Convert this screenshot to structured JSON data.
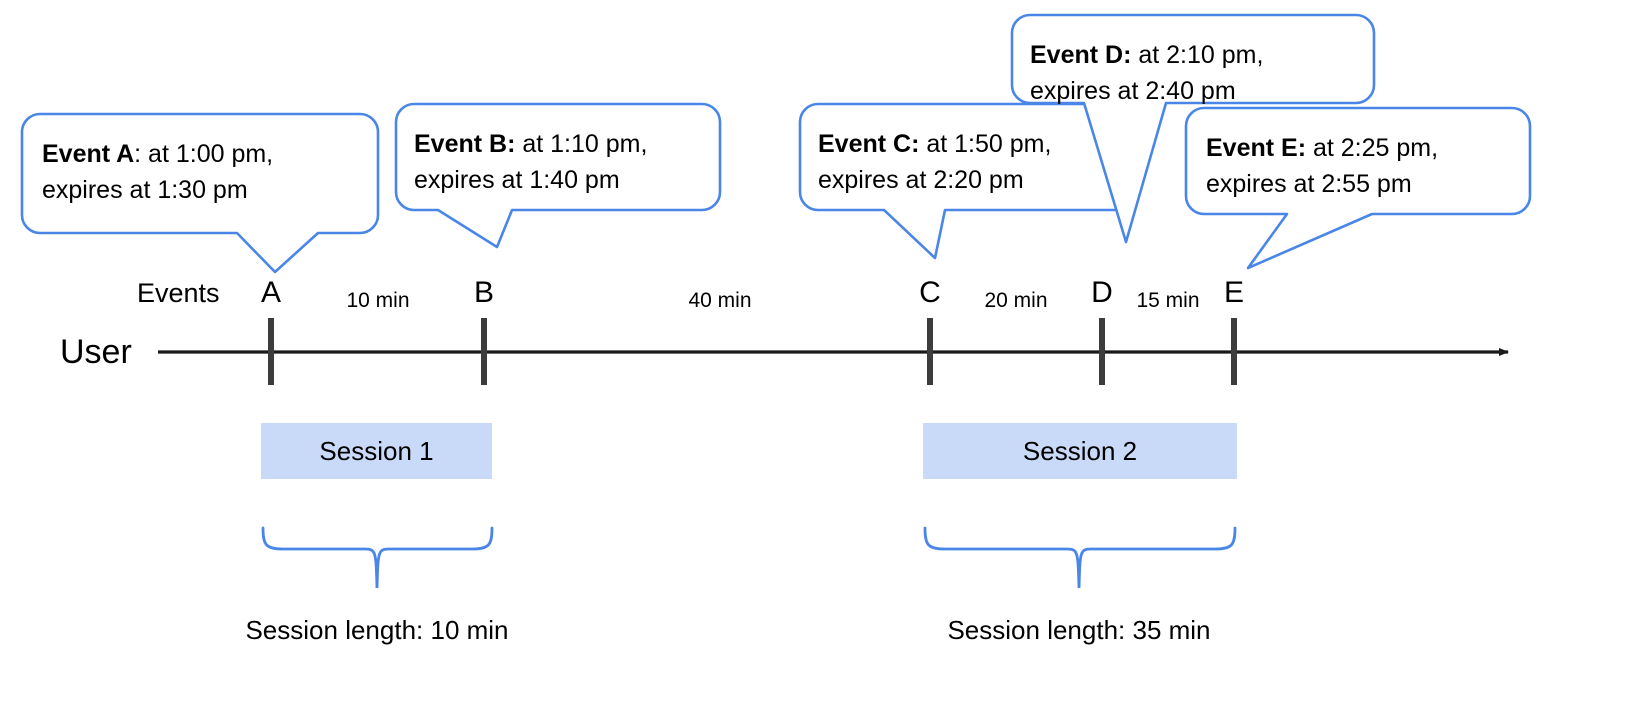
{
  "diagram": {
    "title": "User session timeline with event callouts",
    "colors": {
      "callout_stroke": "#4a86e8",
      "session_fill": "#c9daf8",
      "axis": "#333333",
      "text": "#000000",
      "background": "#ffffff"
    },
    "axis": {
      "row_label": "User",
      "events_label": "Events"
    },
    "events": [
      {
        "key": "A",
        "tick_label": "A",
        "callout_bold": "Event A",
        "callout_line1_rest": ": at 1:00 pm,",
        "callout_line2": "expires at 1:30 pm",
        "time": "1:00 pm",
        "expires": "1:30 pm"
      },
      {
        "key": "B",
        "tick_label": "B",
        "callout_bold": "Event B:",
        "callout_line1_rest": " at 1:10 pm,",
        "callout_line2": "expires at 1:40 pm",
        "time": "1:10 pm",
        "expires": "1:40 pm"
      },
      {
        "key": "C",
        "tick_label": "C",
        "callout_bold": "Event C:",
        "callout_line1_rest": " at 1:50 pm,",
        "callout_line2": "expires at 2:20 pm",
        "time": "1:50 pm",
        "expires": "2:20 pm"
      },
      {
        "key": "D",
        "tick_label": "D",
        "callout_bold": "Event D:",
        "callout_line1_rest": " at 2:10 pm,",
        "callout_line2": "expires at 2:40 pm",
        "time": "2:10 pm",
        "expires": "2:40 pm"
      },
      {
        "key": "E",
        "tick_label": "E",
        "callout_bold": "Event E:",
        "callout_line1_rest": " at 2:25 pm,",
        "callout_line2": "expires at 2:55 pm",
        "time": "2:25 pm",
        "expires": "2:55 pm"
      }
    ],
    "gaps": [
      {
        "label": "10 min",
        "from": "A",
        "to": "B"
      },
      {
        "label": "40 min",
        "from": "B",
        "to": "C"
      },
      {
        "label": "20 min",
        "from": "C",
        "to": "D"
      },
      {
        "label": "15 min",
        "from": "D",
        "to": "E"
      }
    ],
    "sessions": [
      {
        "name": "Session 1",
        "length_label": "Session length: 10 min",
        "events": [
          "A",
          "B"
        ]
      },
      {
        "name": "Session 2",
        "length_label": "Session length: 35 min",
        "events": [
          "C",
          "D",
          "E"
        ]
      }
    ]
  }
}
